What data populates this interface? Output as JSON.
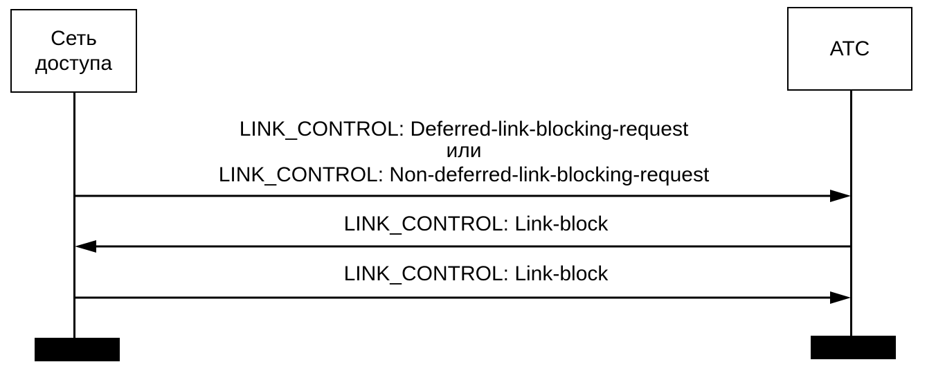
{
  "participants": {
    "left": {
      "label_line1": "Сеть",
      "label_line2": "доступа"
    },
    "right": {
      "label": "АТС"
    }
  },
  "messages": [
    {
      "direction": "left-to-right",
      "line1": "LINK_CONTROL: Deferred-link-blocking-request",
      "line2": "или",
      "line3": "LINK_CONTROL: Non-deferred-link-blocking-request"
    },
    {
      "direction": "right-to-left",
      "label": "LINK_CONTROL: Link-block"
    },
    {
      "direction": "left-to-right",
      "label": "LINK_CONTROL: Link-block"
    }
  ],
  "colors": {
    "line": "#000000",
    "background": "#ffffff"
  }
}
